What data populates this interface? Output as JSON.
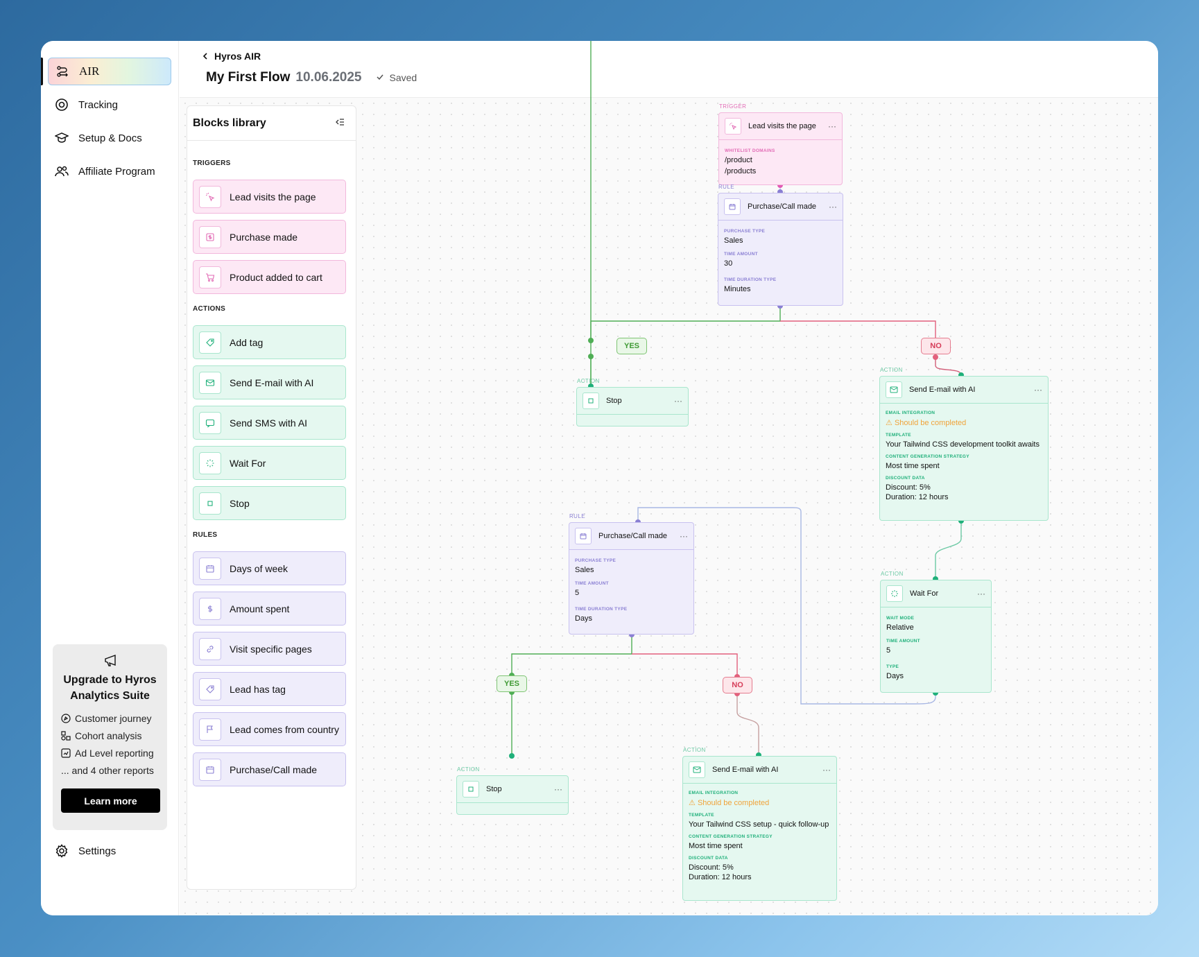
{
  "sidebar": {
    "items": [
      {
        "label": "AIR",
        "icon": "flow-icon"
      },
      {
        "label": "Tracking",
        "icon": "target-icon"
      },
      {
        "label": "Setup & Docs",
        "icon": "graduation-cap-icon"
      },
      {
        "label": "Affiliate Program",
        "icon": "users-icon"
      }
    ],
    "upgrade": {
      "title": "Upgrade to Hyros Analytics Suite",
      "features": [
        "Customer journey",
        "Cohort analysis",
        "Ad Level reporting",
        "... and 4 other reports"
      ],
      "button": "Learn more"
    },
    "settings": "Settings"
  },
  "header": {
    "back_label": "Hyros AIR",
    "title": "My First Flow",
    "date": "10.06.2025",
    "status": "Saved"
  },
  "library": {
    "title": "Blocks library",
    "sections": {
      "triggers": "TRIGGERS",
      "actions": "ACTIONS",
      "rules": "RULES"
    },
    "triggers": [
      "Lead visits the page",
      "Purchase made",
      "Product added to cart"
    ],
    "actions": [
      "Add tag",
      "Send E-mail with AI",
      "Send SMS with AI",
      "Wait For",
      "Stop"
    ],
    "rules": [
      "Days of week",
      "Amount spent",
      "Visit specific pages",
      "Lead has tag",
      "Lead comes from country",
      "Purchase/Call made"
    ]
  },
  "canvas": {
    "trigger": {
      "tag": "TRIGGER",
      "title": "Lead visits the page",
      "field_label": "WHITELIST DOMAINS",
      "values": [
        "/product",
        "/products"
      ]
    },
    "rule1": {
      "tag": "RULE",
      "title": "Purchase/Call made",
      "f1_label": "PURCHASE TYPE",
      "f1_value": "Sales",
      "f2_label": "TIME AMOUNT",
      "f2_value": "30",
      "f3_label": "TIME DURATION TYPE",
      "f3_value": "Minutes"
    },
    "yes1": "YES",
    "no1": "NO",
    "stop1": {
      "tag": "ACTION",
      "title": "Stop"
    },
    "email1": {
      "tag": "ACTION",
      "title": "Send E-mail with AI",
      "f1_label": "EMAIL INTEGRATION",
      "f1_value": "Should be completed",
      "f2_label": "TEMPLATE",
      "f2_value": "Your Tailwind CSS development toolkit awaits",
      "f3_label": "CONTENT GENERATION STRATEGY",
      "f3_value": "Most time spent",
      "f4_label": "DISCOUNT DATA",
      "f4_value1": "Discount: 5%",
      "f4_value2": "Duration: 12 hours"
    },
    "wait": {
      "tag": "ACTION",
      "title": "Wait For",
      "f1_label": "WAIT MODE",
      "f1_value": "Relative",
      "f2_label": "TIME AMOUNT",
      "f2_value": "5",
      "f3_label": "TYPE",
      "f3_value": "Days"
    },
    "rule2": {
      "tag": "RULE",
      "title": "Purchase/Call made",
      "f1_label": "PURCHASE TYPE",
      "f1_value": "Sales",
      "f2_label": "TIME AMOUNT",
      "f2_value": "5",
      "f3_label": "TIME DURATION TYPE",
      "f3_value": "Days"
    },
    "yes2": "YES",
    "no2": "NO",
    "stop2": {
      "tag": "ACTION",
      "title": "Stop"
    },
    "email2": {
      "tag": "ACTION",
      "title": "Send E-mail with AI",
      "f1_label": "EMAIL INTEGRATION",
      "f1_value": "Should be completed",
      "f2_label": "TEMPLATE",
      "f2_value": "Your Tailwind CSS setup - quick follow-up",
      "f3_label": "CONTENT GENERATION STRATEGY",
      "f3_value": "Most time spent",
      "f4_label": "DISCOUNT DATA",
      "f4_value1": "Discount: 5%",
      "f4_value2": "Duration: 12 hours"
    },
    "menu_glyph": "···"
  },
  "colors": {
    "trigger": "#f2b7dc",
    "rule": "#8a7fd3",
    "action": "#1fb07a",
    "yes": "#3f9a34",
    "no": "#d63c58",
    "warning": "#f0a33a"
  }
}
